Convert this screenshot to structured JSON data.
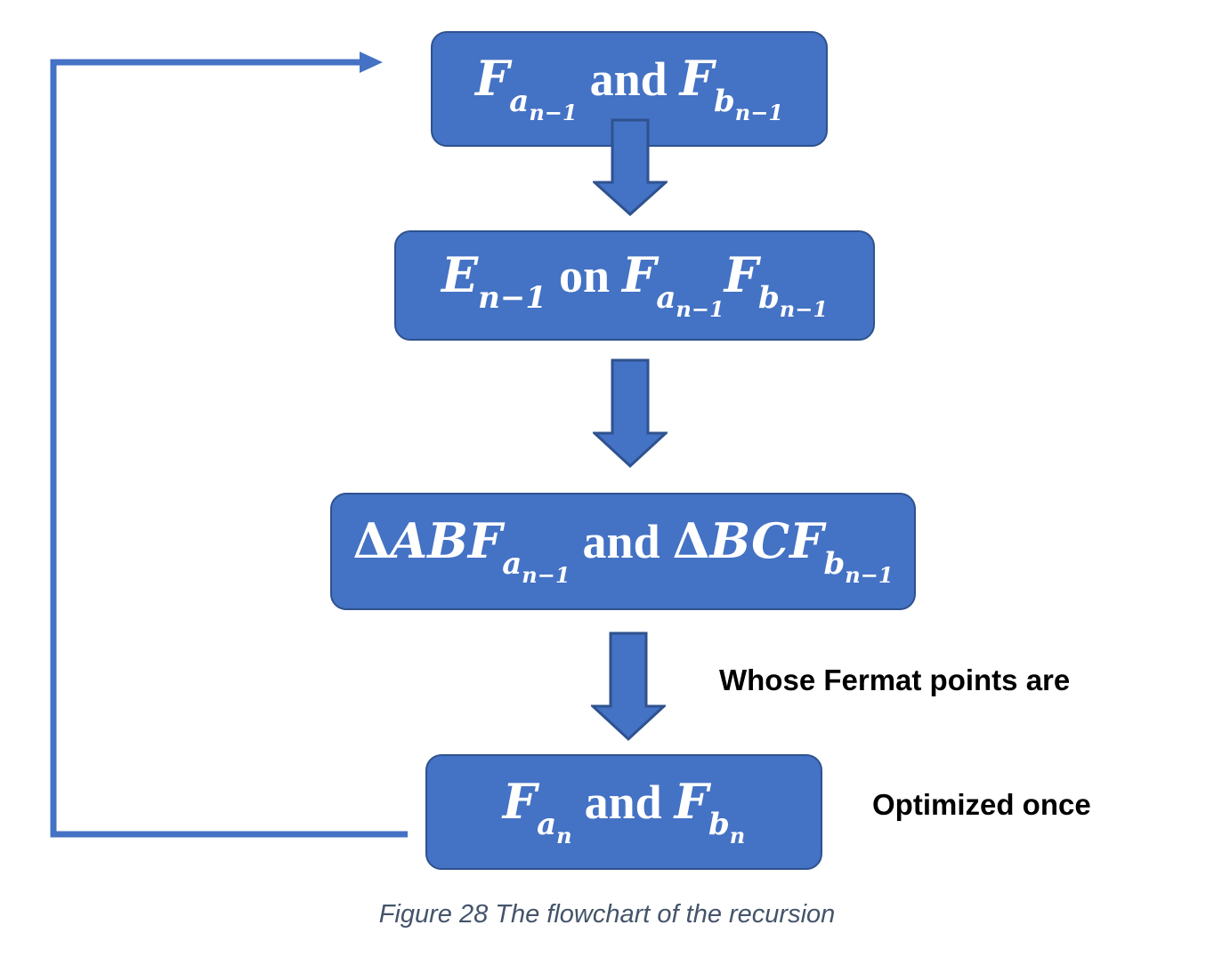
{
  "boxes": [
    {
      "id": "box1",
      "parts": {
        "f": "F",
        "a": "a",
        "n1": "n−1",
        "and": "and",
        "f2": "F",
        "b": "b",
        "n2": "n−1"
      }
    },
    {
      "id": "box2",
      "parts": {
        "e": "E",
        "n0": "n−1",
        "on": "on",
        "f": "F",
        "a": "a",
        "n1": "n−1",
        "f2": "F",
        "b": "b",
        "n2": "n−1"
      }
    },
    {
      "id": "box3",
      "parts": {
        "delta1": "Δ",
        "abf": "ABF",
        "a": "a",
        "n1": "n−1",
        "and": "and",
        "delta2": "Δ",
        "bcf": "BCF",
        "b": "b",
        "n2": "n−1"
      }
    },
    {
      "id": "box4",
      "parts": {
        "f": "F",
        "a": "a",
        "n1": "n",
        "and": "and",
        "f2": "F",
        "b": "b",
        "n2": "n"
      }
    }
  ],
  "notes": {
    "whose_fermat": "Whose Fermat points are",
    "optimized_once": "Optimized once"
  },
  "caption": "Figure 28 The flowchart of the recursion",
  "colors": {
    "box_fill": "#4472c4",
    "box_border": "#2f528f",
    "connector": "#4472c4",
    "caption_text": "#44546a"
  },
  "icons": [
    "down-arrow-icon",
    "feedback-loop-arrow-icon"
  ]
}
